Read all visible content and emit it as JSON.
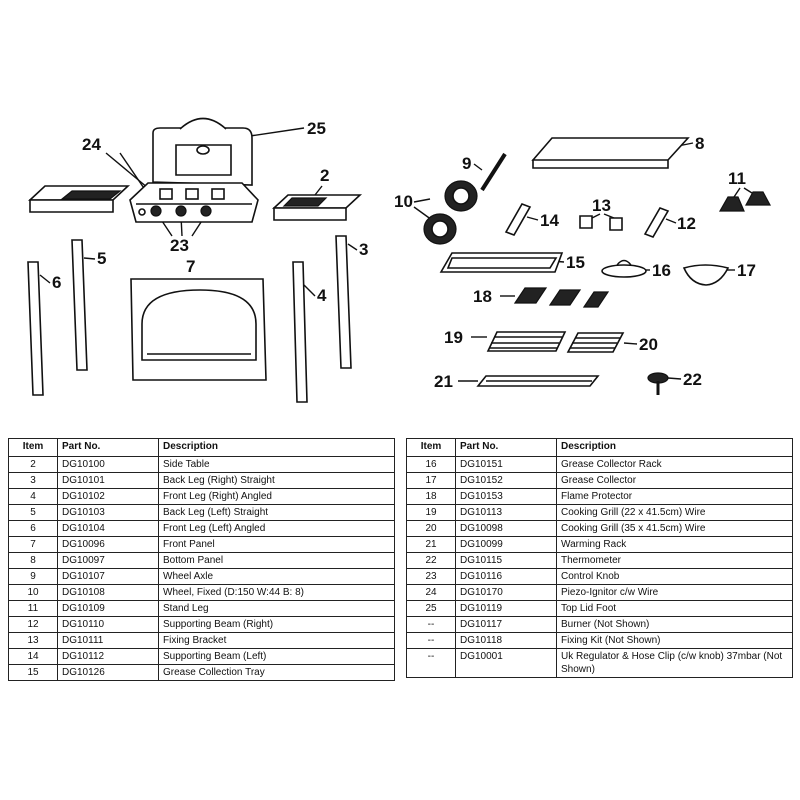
{
  "callouts": [
    "2",
    "3",
    "4",
    "5",
    "6",
    "7",
    "8",
    "9",
    "10",
    "11",
    "12",
    "13",
    "14",
    "15",
    "16",
    "17",
    "18",
    "19",
    "20",
    "21",
    "22",
    "23",
    "24",
    "25"
  ],
  "table_headers": {
    "item": "Item",
    "part_no": "Part No.",
    "description": "Description"
  },
  "left_table": [
    {
      "item": "2",
      "part": "DG10100",
      "desc": "Side Table"
    },
    {
      "item": "3",
      "part": "DG10101",
      "desc": "Back Leg (Right) Straight"
    },
    {
      "item": "4",
      "part": "DG10102",
      "desc": "Front Leg (Right) Angled"
    },
    {
      "item": "5",
      "part": "DG10103",
      "desc": "Back Leg (Left) Straight"
    },
    {
      "item": "6",
      "part": "DG10104",
      "desc": "Front Leg (Left) Angled"
    },
    {
      "item": "7",
      "part": "DG10096",
      "desc": "Front Panel"
    },
    {
      "item": "8",
      "part": "DG10097",
      "desc": "Bottom Panel"
    },
    {
      "item": "9",
      "part": "DG10107",
      "desc": "Wheel Axle"
    },
    {
      "item": "10",
      "part": "DG10108",
      "desc": "Wheel, Fixed (D:150 W:44 B: 8)"
    },
    {
      "item": "11",
      "part": "DG10109",
      "desc": "Stand Leg"
    },
    {
      "item": "12",
      "part": "DG10110",
      "desc": "Supporting Beam (Right)"
    },
    {
      "item": "13",
      "part": "DG10111",
      "desc": "Fixing Bracket"
    },
    {
      "item": "14",
      "part": "DG10112",
      "desc": "Supporting Beam (Left)"
    },
    {
      "item": "15",
      "part": "DG10126",
      "desc": "Grease Collection Tray"
    }
  ],
  "right_table": [
    {
      "item": "16",
      "part": "DG10151",
      "desc": "Grease Collector Rack"
    },
    {
      "item": "17",
      "part": "DG10152",
      "desc": "Grease Collector"
    },
    {
      "item": "18",
      "part": "DG10153",
      "desc": "Flame Protector"
    },
    {
      "item": "19",
      "part": "DG10113",
      "desc": "Cooking Grill (22 x 41.5cm) Wire"
    },
    {
      "item": "20",
      "part": "DG10098",
      "desc": "Cooking Grill (35 x 41.5cm) Wire"
    },
    {
      "item": "21",
      "part": "DG10099",
      "desc": "Warming Rack"
    },
    {
      "item": "22",
      "part": "DG10115",
      "desc": "Thermometer"
    },
    {
      "item": "23",
      "part": "DG10116",
      "desc": "Control Knob"
    },
    {
      "item": "24",
      "part": "DG10170",
      "desc": "Piezo-Ignitor c/w Wire"
    },
    {
      "item": "25",
      "part": "DG10119",
      "desc": "Top Lid Foot"
    },
    {
      "item": "--",
      "part": "DG10117",
      "desc": "Burner (Not Shown)"
    },
    {
      "item": "--",
      "part": "DG10118",
      "desc": "Fixing Kit (Not Shown)"
    },
    {
      "item": "--",
      "part": "DG10001",
      "desc": "Uk Regulator & Hose Clip (c/w knob) 37mbar (Not Shown)"
    }
  ]
}
